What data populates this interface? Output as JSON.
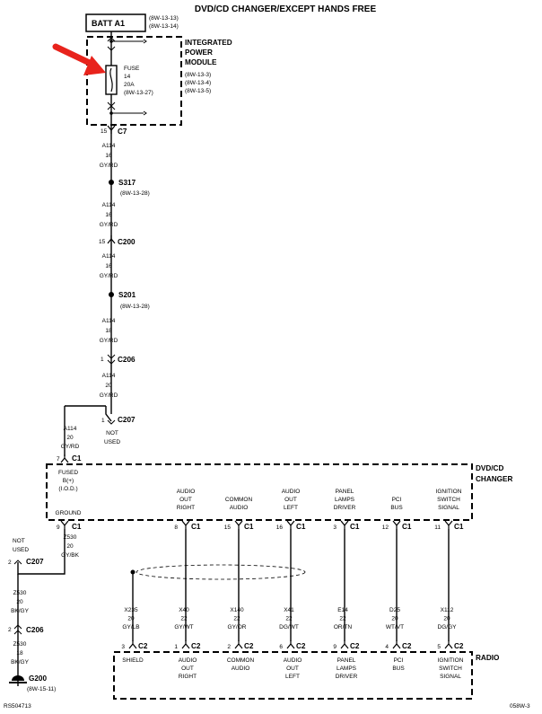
{
  "title": "DVD/CD CHANGER/EXCEPT HANDS FREE",
  "batt": {
    "label": "BATT A1",
    "refs": [
      "(8W-13-13)",
      "(8W-13-14)"
    ]
  },
  "ipm": {
    "lines": [
      "INTEGRATED",
      "POWER",
      "MODULE"
    ],
    "refs": [
      "(8W-13-3)",
      "(8W-13-4)",
      "(8W-13-5)"
    ]
  },
  "fuse": {
    "lines": [
      "FUSE",
      "14",
      "20A",
      "(8W-13-27)"
    ]
  },
  "c7": {
    "pin": "15",
    "name": "C7"
  },
  "seg1": [
    "A114",
    "16",
    "GY/RD"
  ],
  "s317": {
    "name": "S317",
    "ref": "(8W-13-28)"
  },
  "seg2": [
    "A114",
    "16",
    "GY/RD"
  ],
  "c200": {
    "pin": "15",
    "name": "C200"
  },
  "seg3": [
    "A114",
    "16",
    "GY/RD"
  ],
  "s201": {
    "name": "S201",
    "ref": "(8W-13-28)"
  },
  "seg4": [
    "A114",
    "18",
    "GY/RD"
  ],
  "c206a": {
    "pin": "1",
    "name": "C206"
  },
  "seg5": [
    "A114",
    "20",
    "GY/RD"
  ],
  "c207a": {
    "pin": "1",
    "name": "C207",
    "note": [
      "NOT",
      "USED"
    ]
  },
  "seg6": [
    "A114",
    "20",
    "GY/RD"
  ],
  "c1_fused": {
    "pin": "7",
    "name": "C1",
    "label": [
      "FUSED",
      "B(+)",
      "(I.O.D.)"
    ]
  },
  "dvd": {
    "name": [
      "DVD/CD",
      "CHANGER"
    ],
    "ground_label": "GROUND"
  },
  "c1_ground": {
    "pin": "9",
    "name": "C1"
  },
  "seg7": [
    "Z530",
    "20",
    "GY/BK"
  ],
  "c207b": {
    "pin": "2",
    "name": "C207",
    "note": [
      "NOT",
      "USED"
    ]
  },
  "seg8": [
    "Z530",
    "20",
    "BK/GY"
  ],
  "c206b": {
    "pin": "2",
    "name": "C206"
  },
  "seg9": [
    "Z530",
    "18",
    "BK/GY"
  ],
  "g200": {
    "name": "G200",
    "ref": "(8W-15-11)"
  },
  "dvd_pins": [
    {
      "label": [
        "AUDIO",
        "OUT",
        "RIGHT"
      ],
      "pin": "8",
      "conn": "C1"
    },
    {
      "label": [
        "COMMON",
        "AUDIO"
      ],
      "pin": "15",
      "conn": "C1"
    },
    {
      "label": [
        "AUDIO",
        "OUT",
        "LEFT"
      ],
      "pin": "16",
      "conn": "C1"
    },
    {
      "label": [
        "PANEL",
        "LAMPS",
        "DRIVER"
      ],
      "pin": "3",
      "conn": "C1"
    },
    {
      "label": [
        "PCI",
        "BUS"
      ],
      "pin": "12",
      "conn": "C1"
    },
    {
      "label": [
        "IGNITION",
        "SWITCH",
        "SIGNAL"
      ],
      "pin": "11",
      "conn": "C1"
    }
  ],
  "wires": [
    [
      "X235",
      "20",
      "GY/LB"
    ],
    [
      "X40",
      "22",
      "GY/WT"
    ],
    [
      "X140",
      "22",
      "GY/OR"
    ],
    [
      "X41",
      "22",
      "DG/WT"
    ],
    [
      "E14",
      "22",
      "OR/TN"
    ],
    [
      "D25",
      "20",
      "WT/VT"
    ],
    [
      "X112",
      "20",
      "DG/GY"
    ]
  ],
  "radio": {
    "name": "RADIO"
  },
  "radio_pins": [
    {
      "label": [
        "SHIELD"
      ],
      "pin": "3",
      "conn": "C2"
    },
    {
      "label": [
        "AUDIO",
        "OUT",
        "RIGHT"
      ],
      "pin": "1",
      "conn": "C2"
    },
    {
      "label": [
        "COMMON",
        "AUDIO"
      ],
      "pin": "2",
      "conn": "C2"
    },
    {
      "label": [
        "AUDIO",
        "OUT",
        "LEFT"
      ],
      "pin": "6",
      "conn": "C2"
    },
    {
      "label": [
        "PANEL",
        "LAMPS",
        "DRIVER"
      ],
      "pin": "9",
      "conn": "C2"
    },
    {
      "label": [
        "PCI",
        "BUS"
      ],
      "pin": "4",
      "conn": "C2"
    },
    {
      "label": [
        "IGNITION",
        "SWITCH",
        "SIGNAL"
      ],
      "pin": "5",
      "conn": "C2"
    }
  ],
  "footer": {
    "left": "RS504713",
    "right": "058W-3"
  },
  "colors": {
    "ink": "#000000",
    "arrow": "#e8231c"
  },
  "icons": [
    "fuse-icon",
    "red-arrow-icon",
    "splice-dot-icon",
    "ground-symbol-icon",
    "connector-fork-icon"
  ]
}
